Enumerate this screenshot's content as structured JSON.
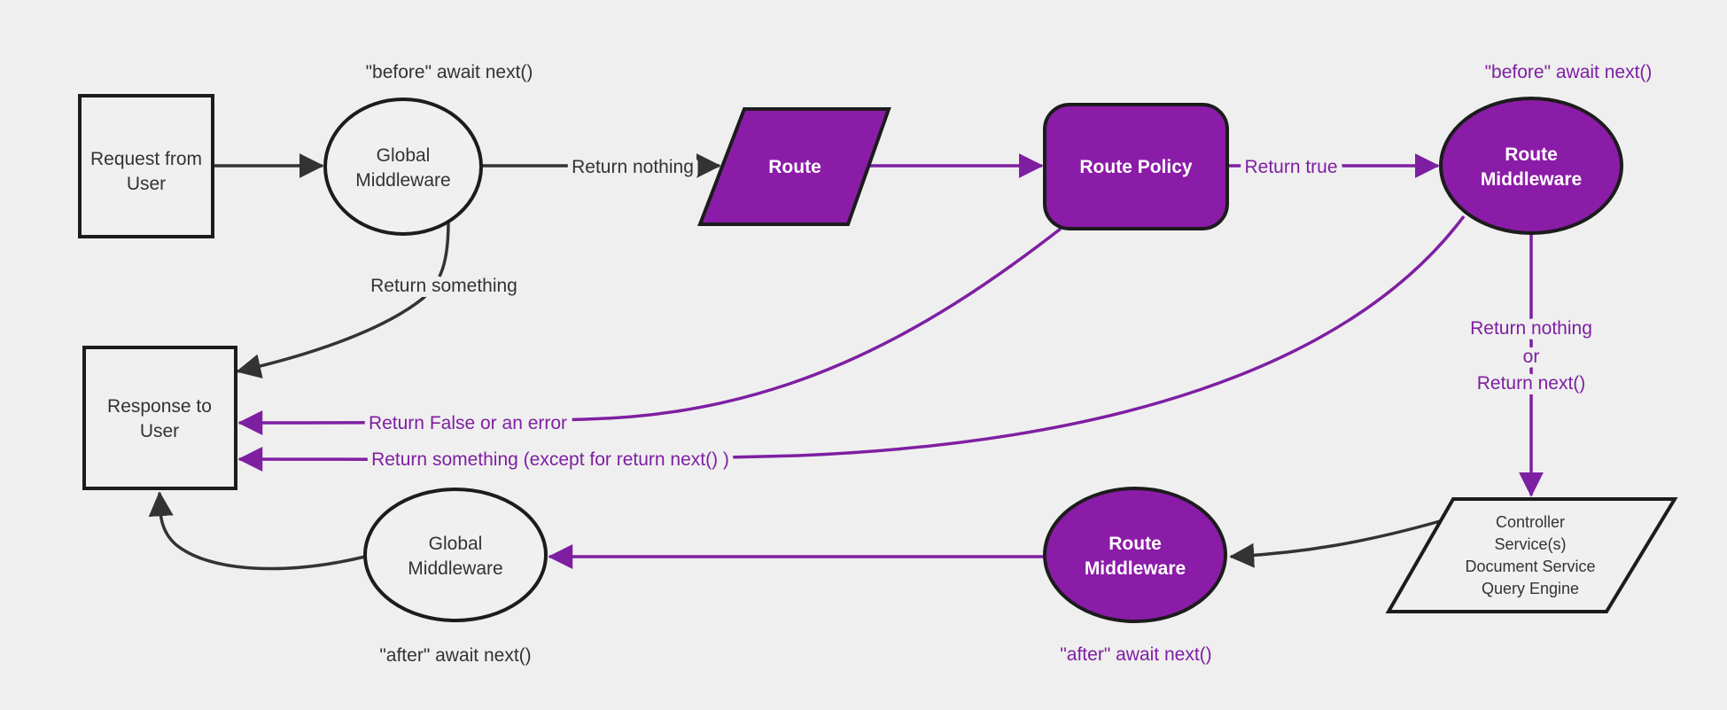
{
  "diagram": {
    "type": "flowchart",
    "background": "#efefef",
    "colors": {
      "purple_fill": "#8b1ca8",
      "purple_line": "#7e1fa2",
      "dark_line": "#333333",
      "node_fill": "#f0f0f0",
      "node_stroke": "#1c1c1c",
      "node_text_light": "#333333",
      "node_text_on_purple": "#ffffff"
    },
    "nodes": {
      "request": {
        "line1": "Request from",
        "line2": "User"
      },
      "global_middleware_top": {
        "line1": "Global",
        "line2": "Middleware"
      },
      "route": {
        "label": "Route"
      },
      "route_policy": {
        "label": "Route Policy"
      },
      "route_middleware_top": {
        "line1": "Route",
        "line2": "Middleware"
      },
      "response": {
        "line1": "Response to",
        "line2": "User"
      },
      "controller_stack": {
        "line1": "Controller",
        "line2": "Service(s)",
        "line3": "Document Service",
        "line4": "Query Engine"
      },
      "route_middleware_bottom": {
        "line1": "Route",
        "line2": "Middleware"
      },
      "global_middleware_bottom": {
        "line1": "Global",
        "line2": "Middleware"
      }
    },
    "edge_labels": {
      "before_await_next_global": "\"before\" await next()",
      "before_await_next_route": "\"before\" await next()",
      "after_await_next_global": "\"after\" await next()",
      "after_await_next_route": "\"after\" await next()",
      "return_nothing": "Return nothing",
      "return_something": "Return something",
      "return_true": "Return true",
      "return_nothing_or_line1": "Return nothing",
      "return_nothing_or_line2": "or",
      "return_nothing_or_line3": "Return next()",
      "return_false_or_error": "Return False or an error",
      "return_something_except": "Return something (except for return next() )"
    }
  }
}
